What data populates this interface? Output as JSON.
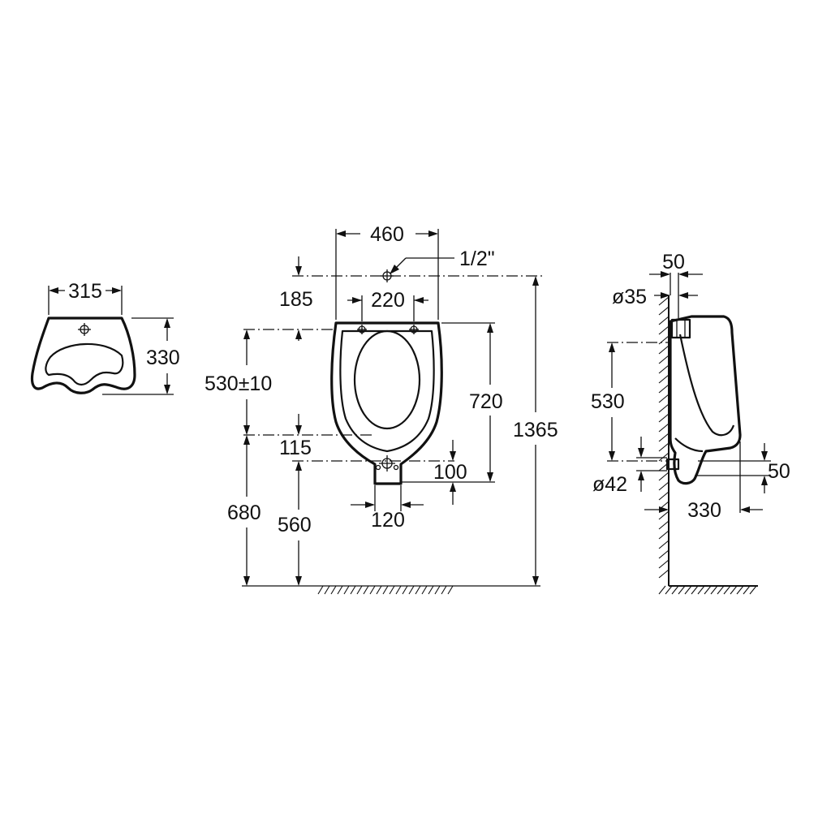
{
  "top_view": {
    "width": "315",
    "depth": "330"
  },
  "front_view": {
    "overall_width": "460",
    "inlet_thread": "1/2\"",
    "fixing_spacing": "220",
    "inlet_to_fixings": "185",
    "fixings_to_outlet_axis": "530±10",
    "fixing_to_lower_edge": "720",
    "total_height": "1365",
    "lower_offset": "115",
    "outlet_height": "100",
    "outlet_width": "120",
    "outlet_axis_height": "680",
    "lower_fixing_height": "560"
  },
  "side_view": {
    "inlet_offset": "50",
    "inlet_diameter": "ø35",
    "inlet_to_outlet": "530",
    "outlet_diameter": "ø42",
    "outlet_drop": "50",
    "projection": "330"
  }
}
